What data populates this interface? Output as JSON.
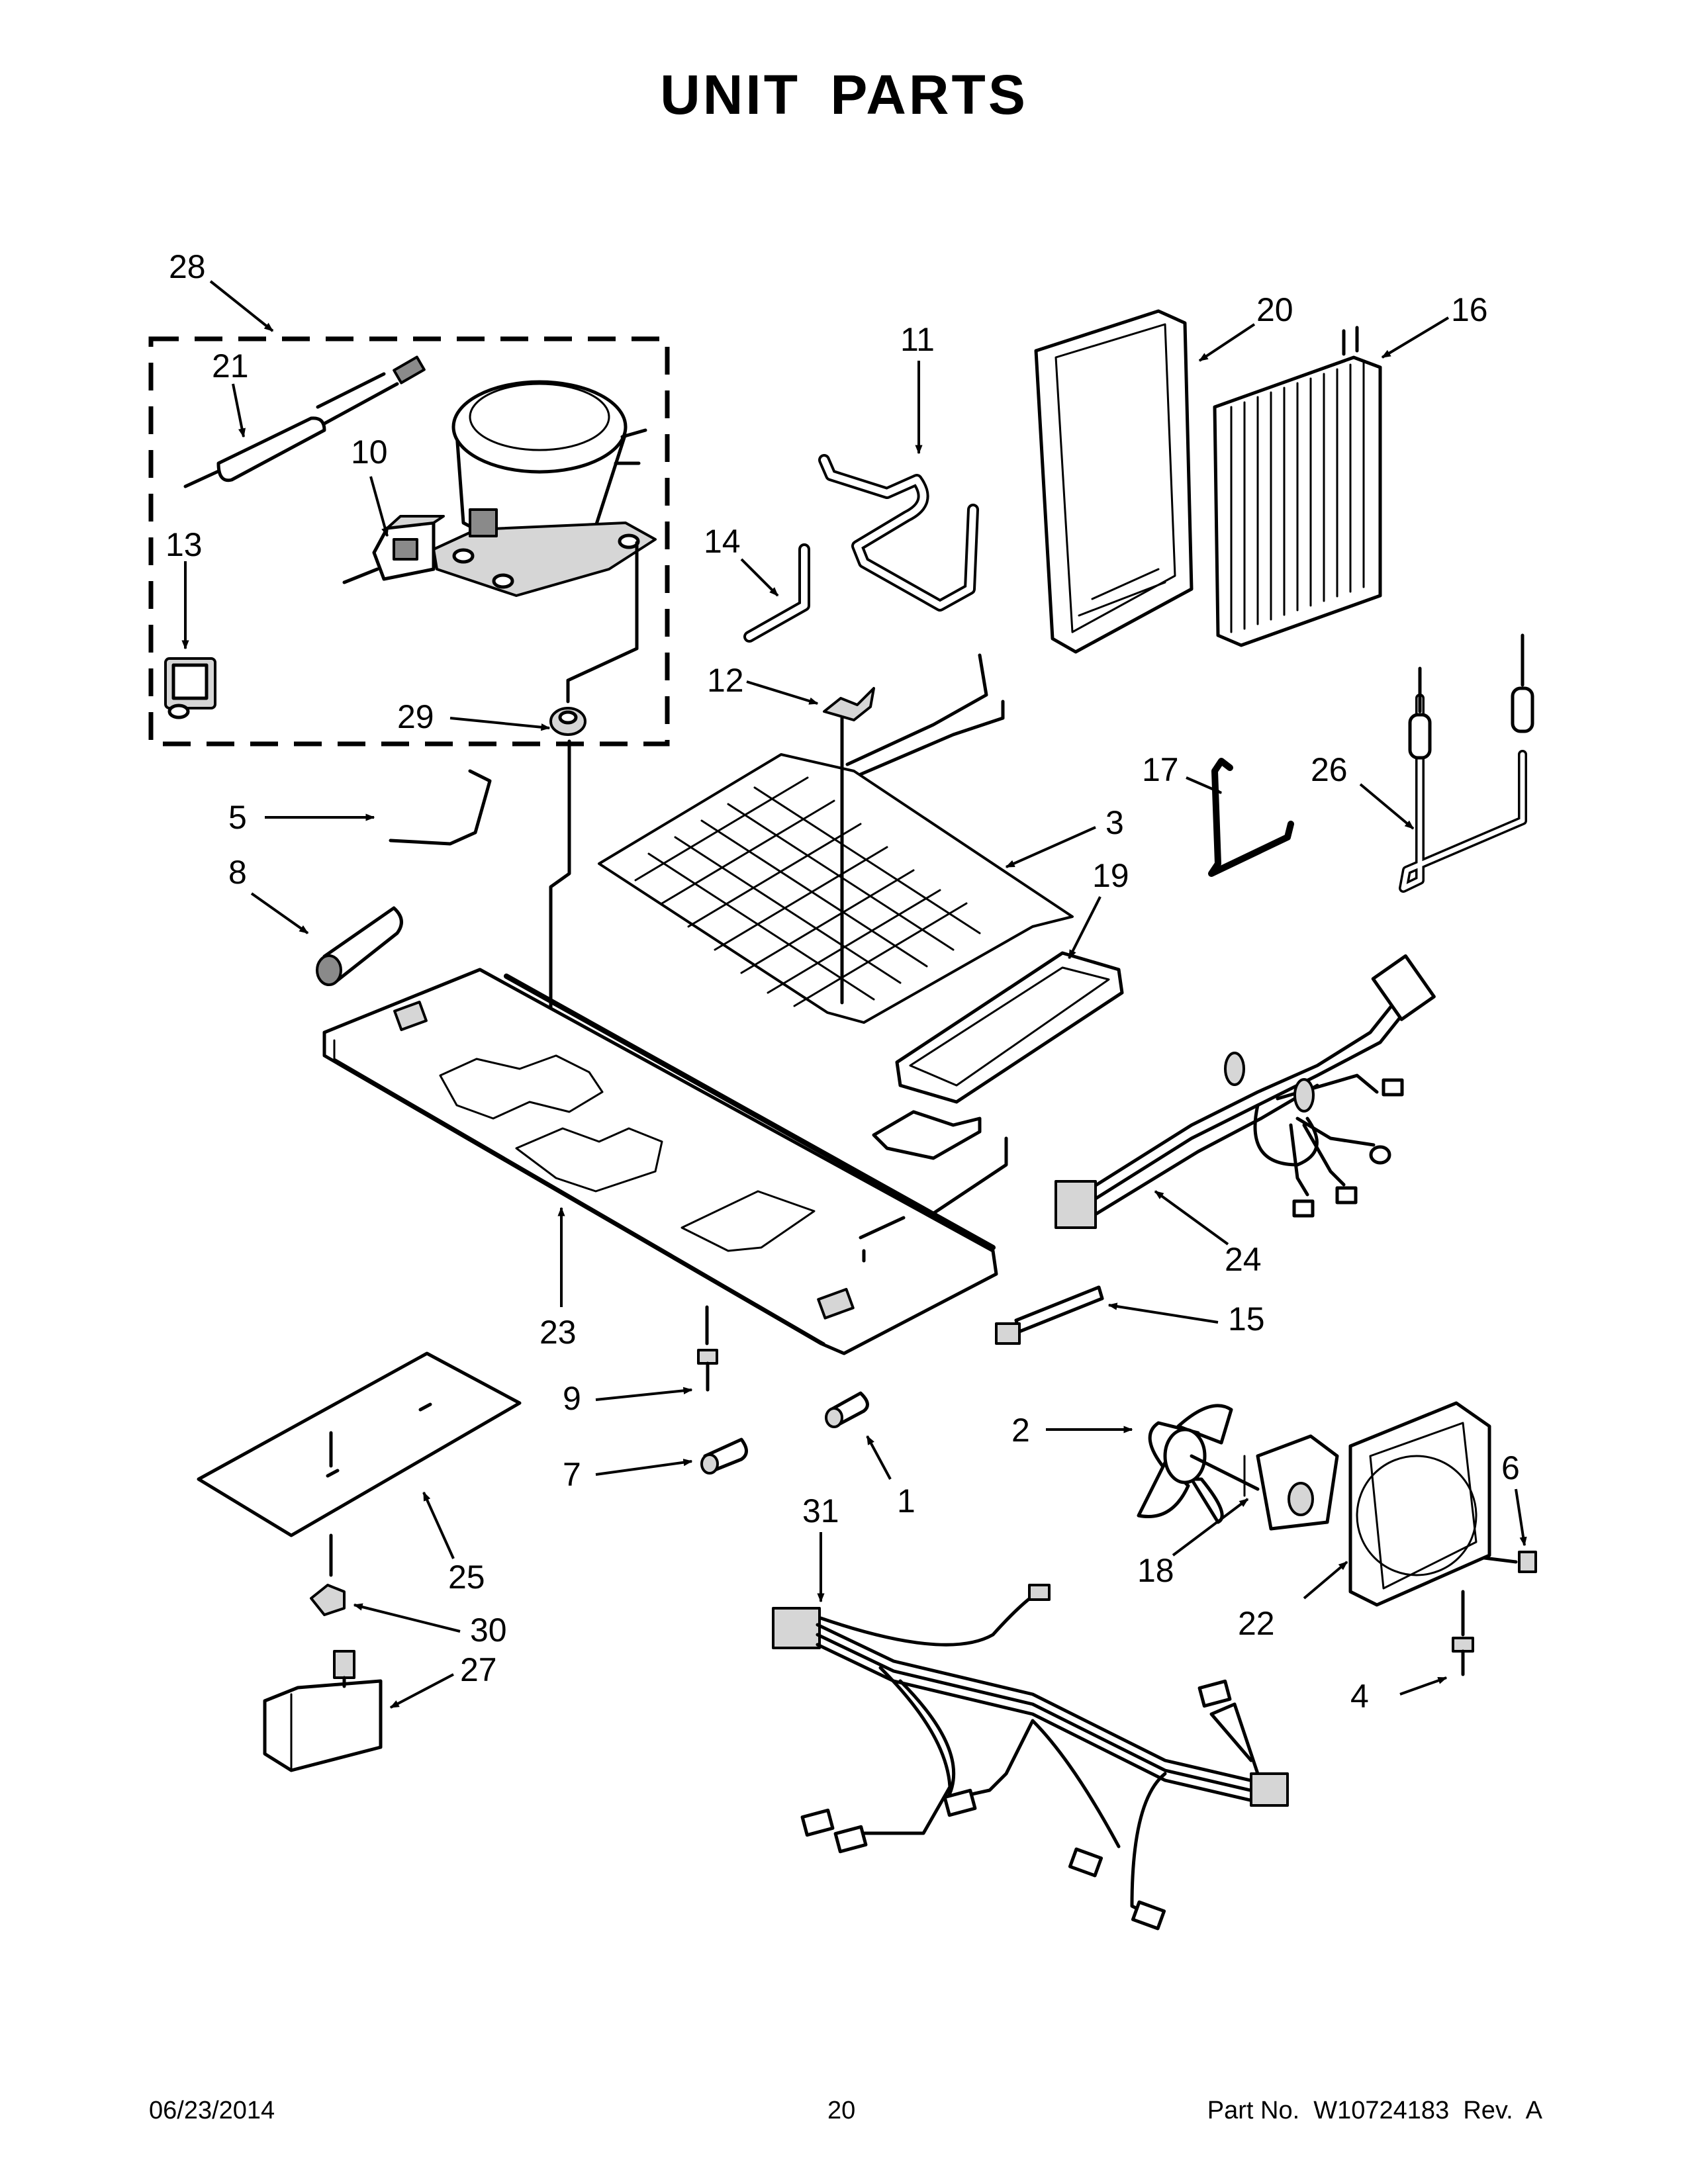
{
  "title": "UNIT PARTS",
  "callouts": [
    "28",
    "21",
    "10",
    "13",
    "29",
    "5",
    "8",
    "11",
    "14",
    "12",
    "20",
    "16",
    "3",
    "19",
    "17",
    "26",
    "23",
    "24",
    "15",
    "9",
    "7",
    "1",
    "2",
    "6",
    "31",
    "18",
    "22",
    "4",
    "25",
    "30",
    "27"
  ],
  "footer": {
    "date": "06/23/2014",
    "page": "20",
    "part_number": "Part No.  W10724183  Rev.  A"
  }
}
